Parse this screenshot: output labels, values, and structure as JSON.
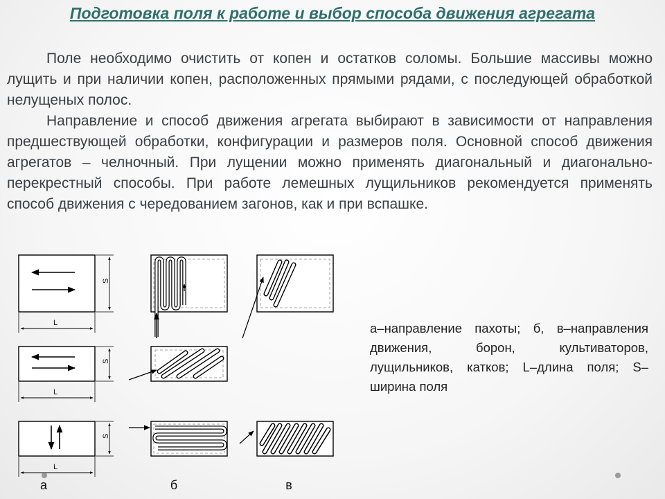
{
  "slide": {
    "title": "Подготовка поля к работе и выбор способа движения агрегата",
    "paragraphs": [
      "Поле необходимо очистить от копен и остатков соломы. Большие массивы можно лущить и при наличии копен, расположенных прямыми рядами, с последующей обработкой нелущеных полос.",
      "Направление и способ движения агрегата выбирают в зависимости от направления предшествующей обработки, конфигурации и размеров поля. Основной способ движения агрегатов – челночный. При лущении можно применять диагональный и диагонально-перекрестный способы. При работе лемешных лущильников рекомендуется применять способ движения с чередованием загонов, как и при вспашке."
    ],
    "legend": "а–направление пахоты; б, в–направления движения, борон, культиваторов, лущильников, катков; L–длина поля; S–ширина поля"
  },
  "diagram": {
    "column_labels": [
      "а",
      "б",
      "в"
    ],
    "dimension_length": "L",
    "dimension_width": "S"
  }
}
